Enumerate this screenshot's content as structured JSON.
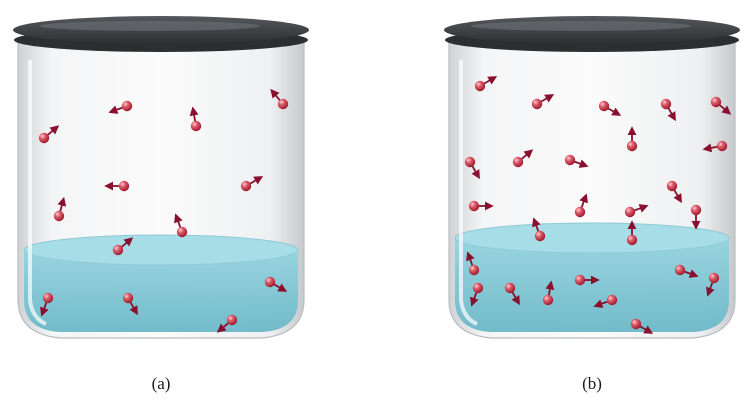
{
  "panels": [
    {
      "label": "(a)",
      "molecules": [
        {
          "region": "vapor",
          "dir": 40
        },
        {
          "region": "vapor",
          "dir": 200
        },
        {
          "region": "vapor",
          "dir": 100
        },
        {
          "region": "vapor",
          "dir": 130
        },
        {
          "region": "vapor",
          "dir": 180
        },
        {
          "region": "vapor",
          "dir": 30
        },
        {
          "region": "vapor",
          "dir": 75
        },
        {
          "region": "liquid",
          "dir": 250
        },
        {
          "region": "liquid",
          "dir": 300
        },
        {
          "region": "liquid",
          "dir": 110
        },
        {
          "region": "liquid",
          "dir": 220
        },
        {
          "region": "liquid",
          "dir": 330
        },
        {
          "region": "liquid",
          "dir": 40
        }
      ]
    },
    {
      "label": "(b)",
      "molecules": [
        {
          "region": "vapor",
          "dir": 30
        },
        {
          "region": "vapor",
          "dir": 30
        },
        {
          "region": "vapor",
          "dir": 330
        },
        {
          "region": "vapor",
          "dir": 300
        },
        {
          "region": "vapor",
          "dir": 320
        },
        {
          "region": "vapor",
          "dir": 300
        },
        {
          "region": "vapor",
          "dir": 40
        },
        {
          "region": "vapor",
          "dir": 340
        },
        {
          "region": "vapor",
          "dir": 90
        },
        {
          "region": "vapor",
          "dir": 190
        },
        {
          "region": "vapor",
          "dir": 300
        },
        {
          "region": "vapor",
          "dir": 110
        },
        {
          "region": "vapor",
          "dir": 0
        },
        {
          "region": "vapor",
          "dir": 70
        },
        {
          "region": "vapor",
          "dir": 90
        },
        {
          "region": "vapor",
          "dir": 270
        },
        {
          "region": "vapor",
          "dir": 20
        },
        {
          "region": "liquid",
          "dir": 110
        },
        {
          "region": "liquid",
          "dir": 250
        },
        {
          "region": "liquid",
          "dir": 300
        },
        {
          "region": "liquid",
          "dir": 0
        },
        {
          "region": "liquid",
          "dir": 200
        },
        {
          "region": "liquid",
          "dir": 330
        },
        {
          "region": "liquid",
          "dir": 250
        },
        {
          "region": "liquid",
          "dir": 80
        },
        {
          "region": "liquid",
          "dir": 340
        }
      ]
    }
  ],
  "colors": {
    "molecule": "#c0283a",
    "molecule_highlight": "#ffd6d6",
    "arrow": "#8a1030",
    "liquid": "#7ec8d6",
    "liquid_top": "#a6dde6",
    "lid": "#3d3f42",
    "glass": "#e6e8ea"
  }
}
